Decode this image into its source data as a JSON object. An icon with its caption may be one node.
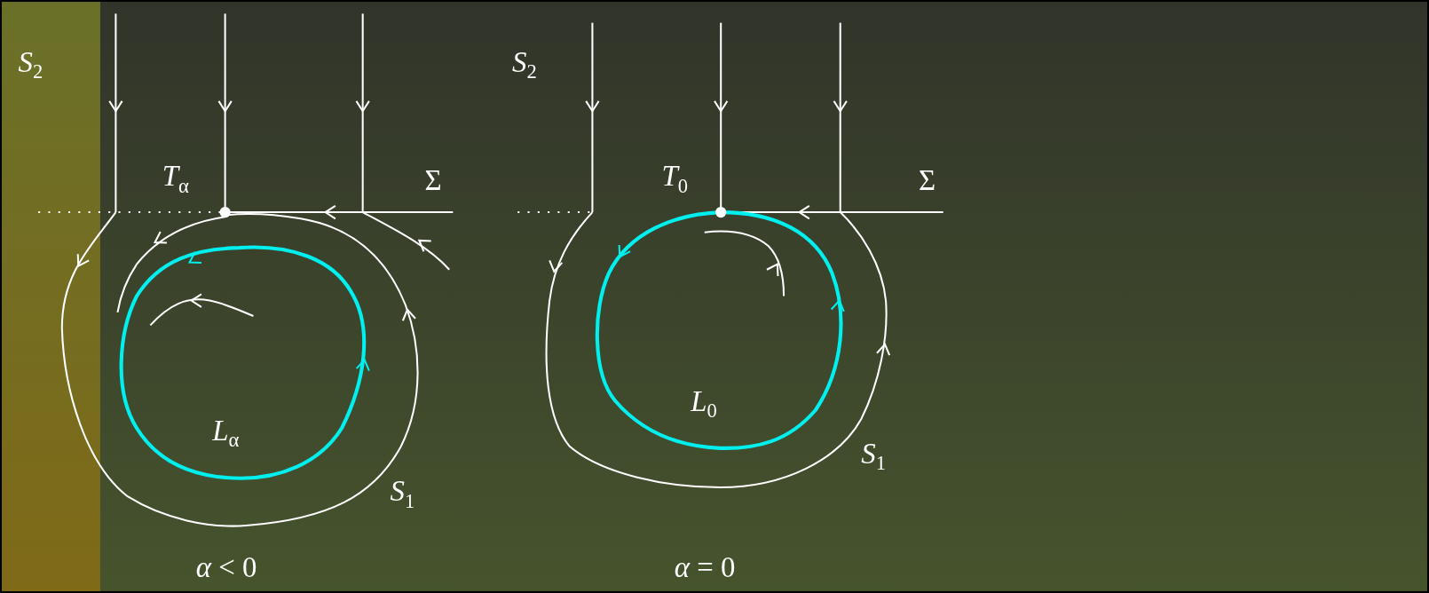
{
  "diagram": {
    "labels": [
      "*S*$_{2}$",
      "*T*$_{α}$",
      "Σ",
      "*L*$_{α}$",
      "*S*$_{1}$",
      "*α* < 0",
      "*S*$_{2}$",
      "*T*$_{0}$",
      "Σ",
      "*L*$_{0}$",
      "*S*$_{1}$",
      "*α* = 0"
    ]
  }
}
